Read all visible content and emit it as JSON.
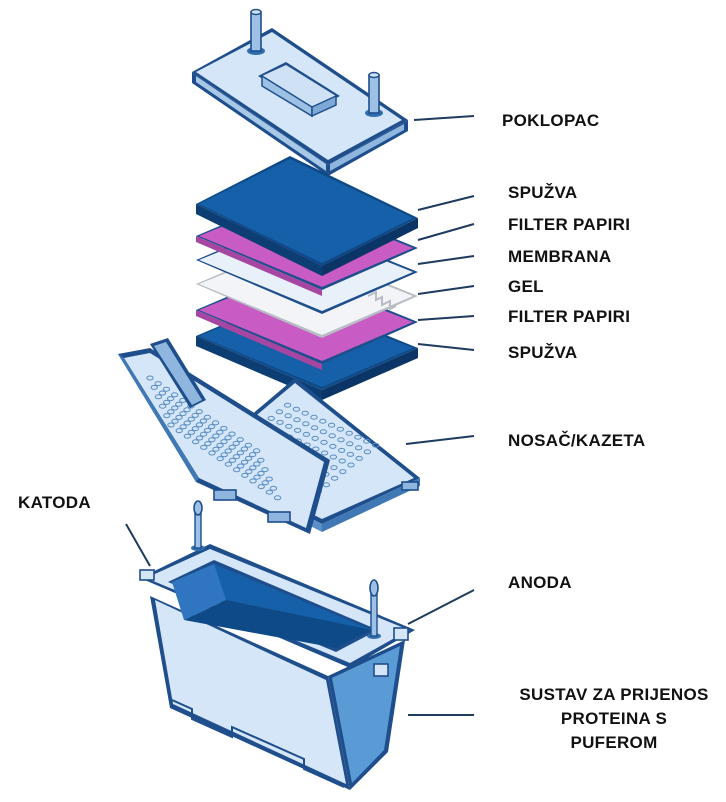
{
  "labels": {
    "poklopac": "POKLOPAC",
    "spuzva_top": "SPUŽVA",
    "filter_top": "FILTER PAPIRI",
    "membrana": "MEMBRANA",
    "gel": "GEL",
    "filter_bottom": "FILTER PAPIRI",
    "spuzva_bottom": "SPUŽVA",
    "nosac": "NOSAČ/KAZETA",
    "katoda": "KATODA",
    "anoda": "ANODA",
    "sustav_line1": "SUSTAV ZA PRIJENOS",
    "sustav_line2": "PROTEINA S",
    "sustav_line3": "PUFEROM"
  },
  "colors": {
    "outline": "#1f4e8c",
    "light_blue": "#d4e6f7",
    "mid_blue": "#5b9bd5",
    "sponge_blue": "#1560a8",
    "filter_magenta": "#c85bc4",
    "gel_gray": "#f2f4f7",
    "label_text": "#111111"
  }
}
